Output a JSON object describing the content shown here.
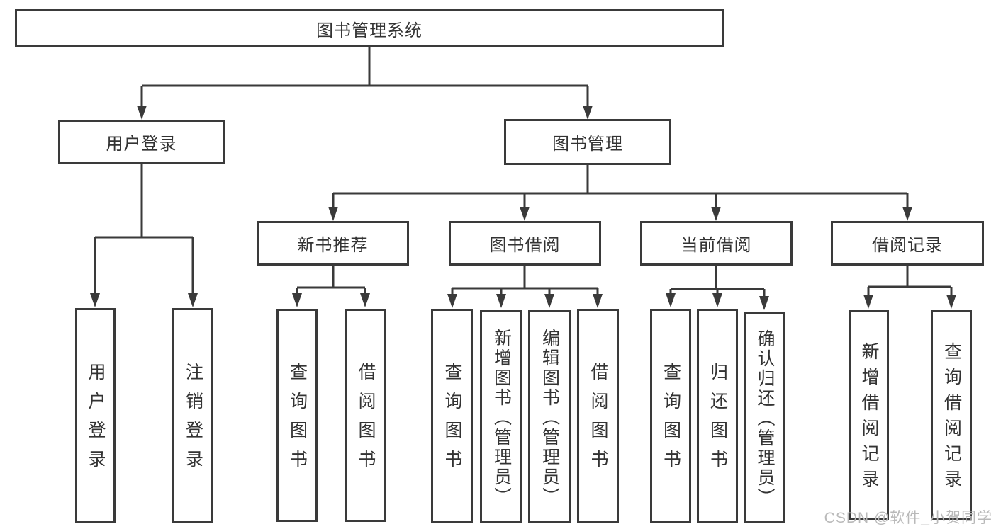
{
  "colors": {
    "line": "#3a3a3a",
    "text": "#333333",
    "watermark": "#b9b9b9",
    "bg": "#ffffff"
  },
  "watermark": {
    "text": "CSDN @软件_小贺同学"
  },
  "tree": {
    "root": {
      "label": "图书管理系统",
      "children": [
        {
          "label": "用户登录",
          "children": [
            {
              "label": "用户登录"
            },
            {
              "label": "注销登录"
            }
          ]
        },
        {
          "label": "图书管理",
          "children": [
            {
              "label": "新书推荐",
              "children": [
                {
                  "label": "查询图书"
                },
                {
                  "label": "借阅图书"
                }
              ]
            },
            {
              "label": "图书借阅",
              "children": [
                {
                  "label": "查询图书"
                },
                {
                  "label": "新增图书（管理员）"
                },
                {
                  "label": "编辑图书（管理员）"
                },
                {
                  "label": "借阅图书"
                }
              ]
            },
            {
              "label": "当前借阅",
              "children": [
                {
                  "label": "查询图书"
                },
                {
                  "label": "归还图书"
                },
                {
                  "label": "确认归还（管理员）"
                }
              ]
            },
            {
              "label": "借阅记录",
              "children": [
                {
                  "label": "新增借阅记录"
                },
                {
                  "label": "查询借阅记录"
                }
              ]
            }
          ]
        }
      ]
    }
  }
}
